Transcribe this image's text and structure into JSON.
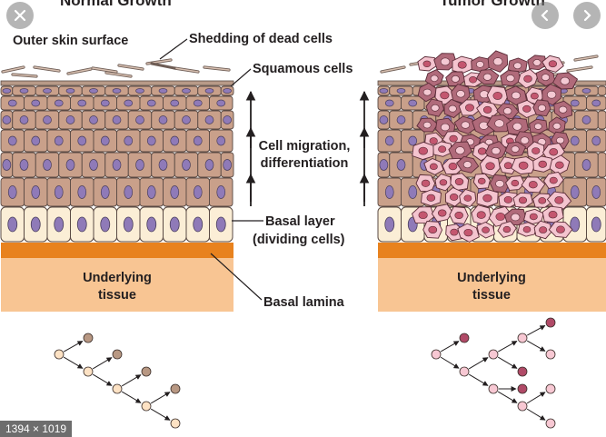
{
  "headers": {
    "left": "Normal Growth",
    "right": "Tumor Growth"
  },
  "labels": {
    "outer_skin": "Outer skin surface",
    "shedding": "Shedding of dead cells",
    "squamous": "Squamous cells",
    "migration_line1": "Cell migration,",
    "migration_line2": "differentiation",
    "basal_line1": "Basal layer",
    "basal_line2": "(dividing cells)",
    "underlying_line1": "Underlying",
    "underlying_line2": "tissue",
    "basal_lamina": "Basal lamina"
  },
  "image_size": "1394 × 1019",
  "icons": {
    "close": "close-icon",
    "prev": "chevron-left-icon",
    "next": "chevron-right-icon"
  },
  "colors": {
    "cell_tan": "#c9a08a",
    "cell_outline": "#5a4a44",
    "nucleus": "#8f7ab8",
    "basal_cell": "#fbeed6",
    "basal_lamina": "#e8821e",
    "underlying": "#f8c593",
    "tumor_dark": "#b06a7a",
    "tumor_light": "#f4c4cf",
    "lineage_dark": "#b89883",
    "lineage_light": "#fde2c4",
    "tumor_lineage_dark": "#b04a67",
    "tumor_lineage_light": "#f7c8d3"
  }
}
